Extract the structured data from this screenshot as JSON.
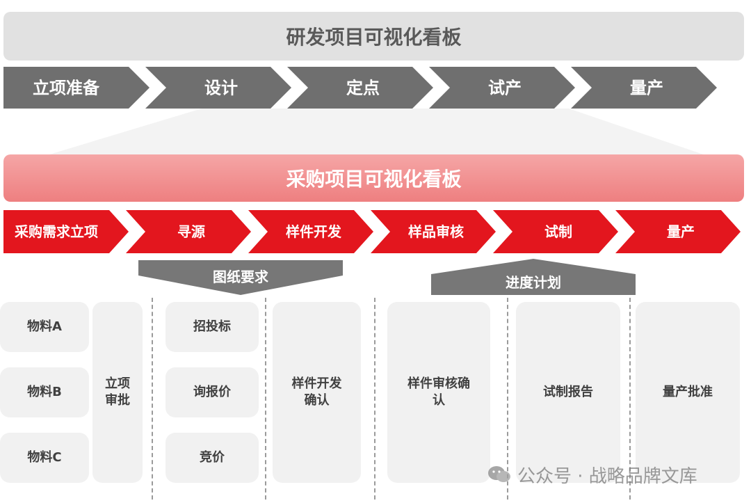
{
  "rd_board": {
    "title": "研发项目可视化看板",
    "stages": [
      "立项准备",
      "设计",
      "定点",
      "试产",
      "量产"
    ]
  },
  "purchase_board": {
    "title": "采购项目可视化看板",
    "stages": [
      "采购需求立项",
      "寻源",
      "样件开发",
      "样品审核",
      "试制",
      "量产"
    ]
  },
  "callouts": {
    "drawing_req": "图纸要求",
    "schedule_plan": "进度计划"
  },
  "cards": {
    "material_a": "物料A",
    "material_b": "物料B",
    "material_c": "物料C",
    "approval": "立项\n审批",
    "bidding": "招投标",
    "inquiry": "询报价",
    "auction": "竞价",
    "sample_dev_confirm": "样件开发\n确认",
    "sample_review_confirm": "样件审核确\n认",
    "trial_report": "试制报告",
    "mass_production_approval": "量产批准"
  },
  "watermark": "公众号 · 战略品牌文库",
  "colors": {
    "rd_arrow": "#6f6f6f",
    "purchase_arrow": "#e3161e",
    "rd_banner": "#e1e1e1",
    "purchase_banner": "#ef8585",
    "card_bg": "#f1f1f1"
  }
}
